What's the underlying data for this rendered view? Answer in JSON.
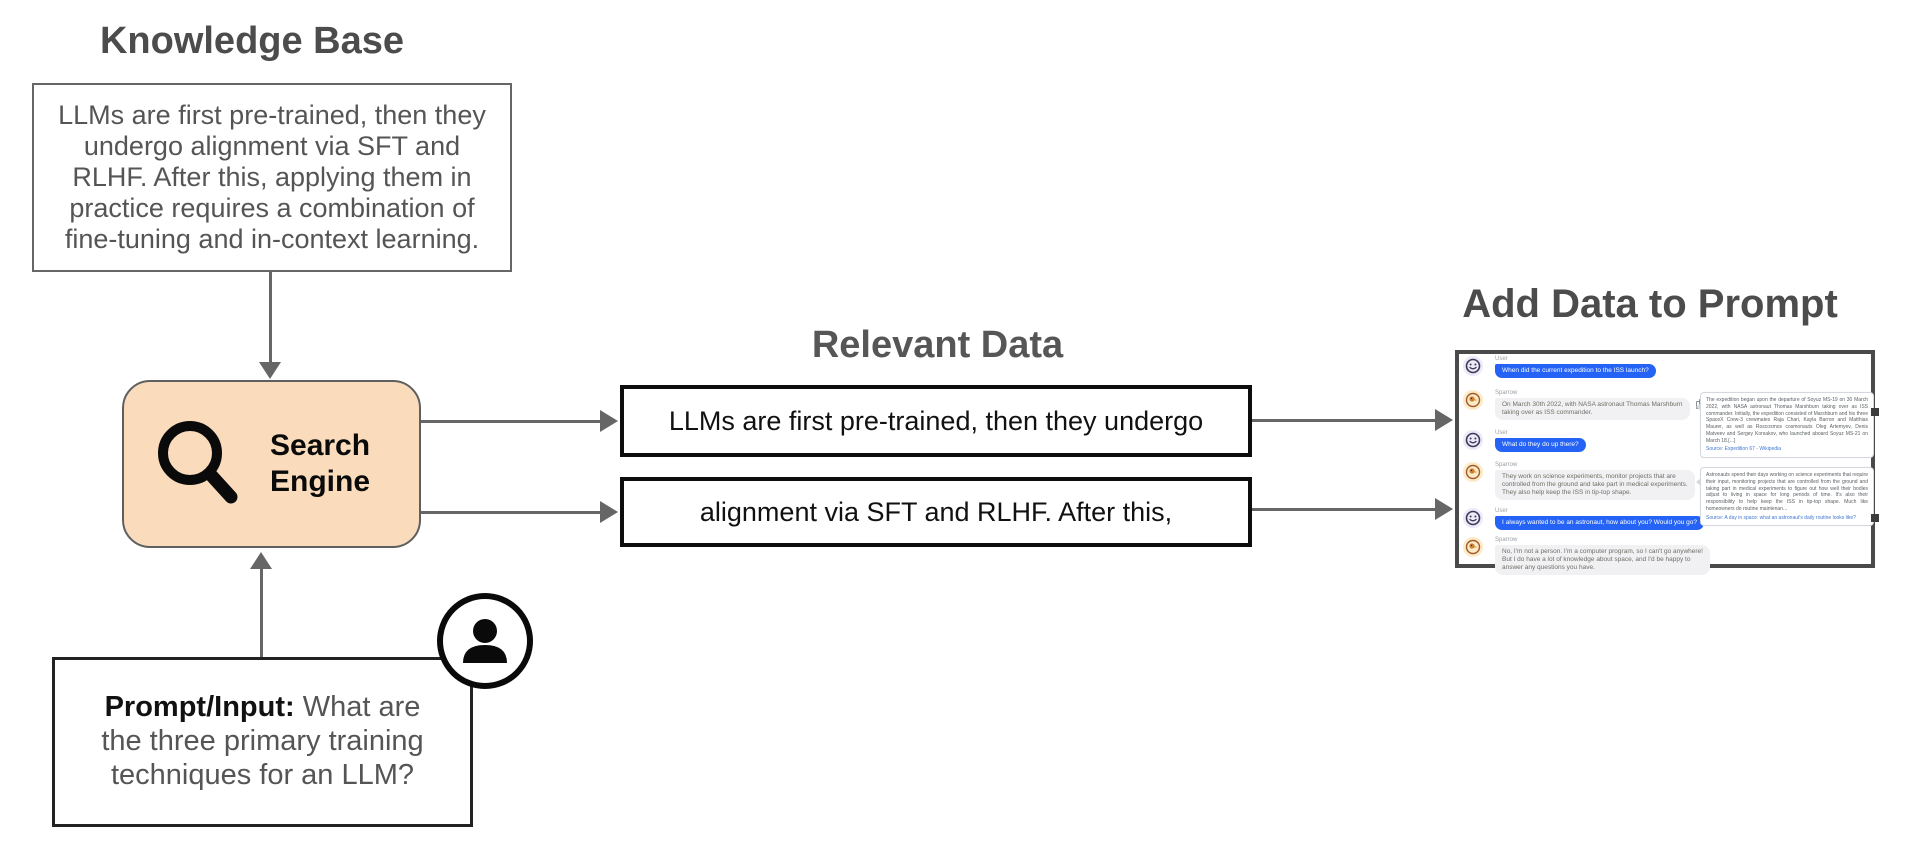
{
  "titles": {
    "knowledge_base": "Knowledge Base",
    "relevant_data": "Relevant Data",
    "add_data_to_prompt": "Add Data to Prompt"
  },
  "knowledge_base_box": {
    "text": "LLMs are first pre-trained, then they\nundergo alignment via SFT and\nRLHF. After this, applying them in\npractice requires a combination of\nfine-tuning and in-context learning."
  },
  "search_engine": {
    "label": "Search Engine",
    "fill_color": "#FADCBD",
    "border_color": "#5F5F5F"
  },
  "prompt_box": {
    "label_bold": "Prompt/Input:",
    "text": " What are\nthe three primary training\ntechniques for an LLM?"
  },
  "relevant_data_boxes": {
    "box1": "LLMs are first pre-trained, then they undergo",
    "box2": "alignment via SFT and RLHF. After this,"
  },
  "colors": {
    "arrow_gray": "#666666",
    "title_gray": "#4C4C4C",
    "user_bubble_blue": "#2463F6",
    "bot_bubble_gray": "#F1F1F3"
  },
  "chat": {
    "messages": [
      {
        "sender": "User",
        "text": "When did the current expedition to the ISS launch?"
      },
      {
        "sender": "Sparrow",
        "text": "On March 30th 2022, with NASA astronaut Thomas Marshburn\ntaking over as ISS commander."
      },
      {
        "sender": "User",
        "text": "What do they do up there?"
      },
      {
        "sender": "Sparrow",
        "text": "They work on science experiments, monitor projects that are\ncontrolled from the ground and take part in medical experiments.\nThey also help keep the ISS in tip-top shape."
      },
      {
        "sender": "User",
        "text": "I always wanted to be an astronaut, how about you? Would you go?"
      },
      {
        "sender": "Sparrow",
        "text": "No, I'm not a person. I'm a computer program, so I can't go anywhere!\nBut I do have a lot of knowledge about space, and I'd be happy to\nanswer any questions you have."
      }
    ],
    "evidence": [
      {
        "text": "The expedition began upon the departure of Soyuz MS-19 on 30 March 2022, with NASA astronaut Thomas Marshburn taking over as ISS commander. Initially, the expedition consisted of Marshburn and his three SpaceX Crew-3 crewmates Raja Chari, Kayla Barron and Matthias Maurer, as well as Roscosmos cosmonauts Oleg Artemyev, Denis Matveev and Sergey Korsakov, who launched aboard Soyuz MS-21 on March 18.[...]",
        "link": "Source: Expedition 67 - Wikipedia"
      },
      {
        "text": "Astronauts spend their days working on science experiments that require their input, monitoring projects that are controlled from the ground and taking part in medical experiments to figure out how well their bodies adjust to living in space for long periods of time. It's also their responsibility to help keep the ISS in tip-top shape. Much like homeowners do routine maintenan...",
        "link": "Source: A day in space: what an astronaut's daily routine looks like?"
      }
    ]
  }
}
